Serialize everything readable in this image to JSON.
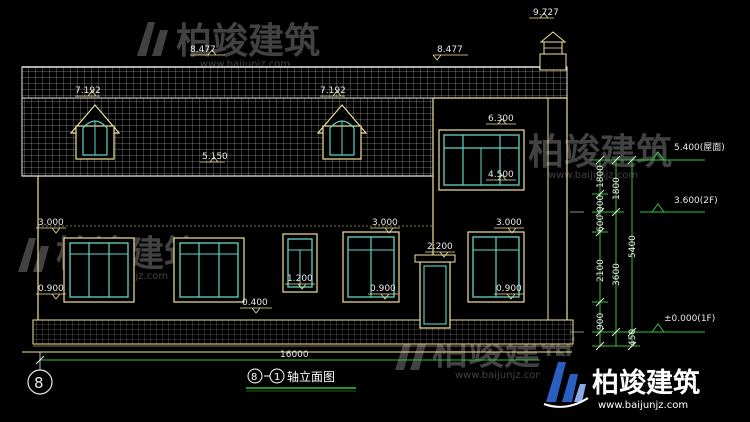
{
  "drawing": {
    "title": "轴立面图",
    "axis_start": "8",
    "axis_end": "1",
    "axis_bubble": "8",
    "overall_width": "16000"
  },
  "elevations": {
    "chimney_top": "9.727",
    "ridge_left": "8.477",
    "ridge_right": "8.477",
    "dormer_left": "7.192",
    "dormer_right": "7.192",
    "roof_level": "6.300",
    "eave": "5.150",
    "window_head_upper": "4.500",
    "win_head_left": "3.000",
    "win_head_mid": "3.000",
    "win_head_right": "3.000",
    "door_head": "2.200",
    "small_win_sill": "1.200",
    "sill_left": "0.900",
    "sill_mid": "0.900",
    "sill_right": "0.900",
    "plinth": "0.400"
  },
  "levels": {
    "roof": "5.400(屋面)",
    "second_floor": "3.600(2F)",
    "first_floor": "±0.000(1F)"
  },
  "vertical_dims": {
    "inner": [
      "1800",
      "900",
      "600",
      "2100",
      "900"
    ],
    "middle": [
      "1800",
      "3600"
    ],
    "outer": [
      "5400",
      "450"
    ]
  },
  "watermark": {
    "text": "柏竣建筑",
    "url": "www.baijunjz.com"
  },
  "logo": {
    "text": "柏竣建筑",
    "url": "www.baijunjz.com"
  },
  "colors": {
    "background": "#000000",
    "building_line": "#f2e39a",
    "window_frame": "#5fd6c8",
    "level_marker": "#36c23a",
    "logo_blue": "#2b5fbf",
    "text": "#e8e8e8"
  }
}
